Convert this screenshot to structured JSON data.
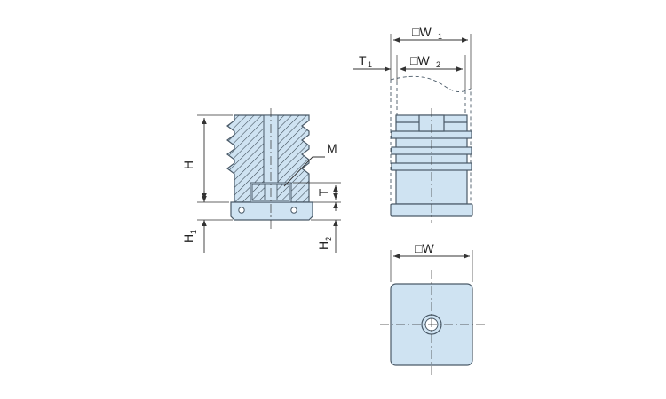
{
  "colors": {
    "part_fill": "#cfe3f2",
    "part_outline": "#4a5a68",
    "hatch": "#3d4b57",
    "dimension_line": "#333333",
    "background": "#ffffff"
  },
  "side_view": {
    "label_H": "H",
    "label_H1_base": "H",
    "label_H1_sub": "1",
    "label_M": "M",
    "label_T": "T",
    "label_H2_base": "H",
    "label_H2_sub": "2"
  },
  "front_view": {
    "label_W1_prefix": "□W",
    "label_W1_sub": "1",
    "label_W2_prefix": "□W",
    "label_W2_sub": "2",
    "label_T1_base": "T",
    "label_T1_sub": "1"
  },
  "bottom_view": {
    "label_W": "□W"
  }
}
